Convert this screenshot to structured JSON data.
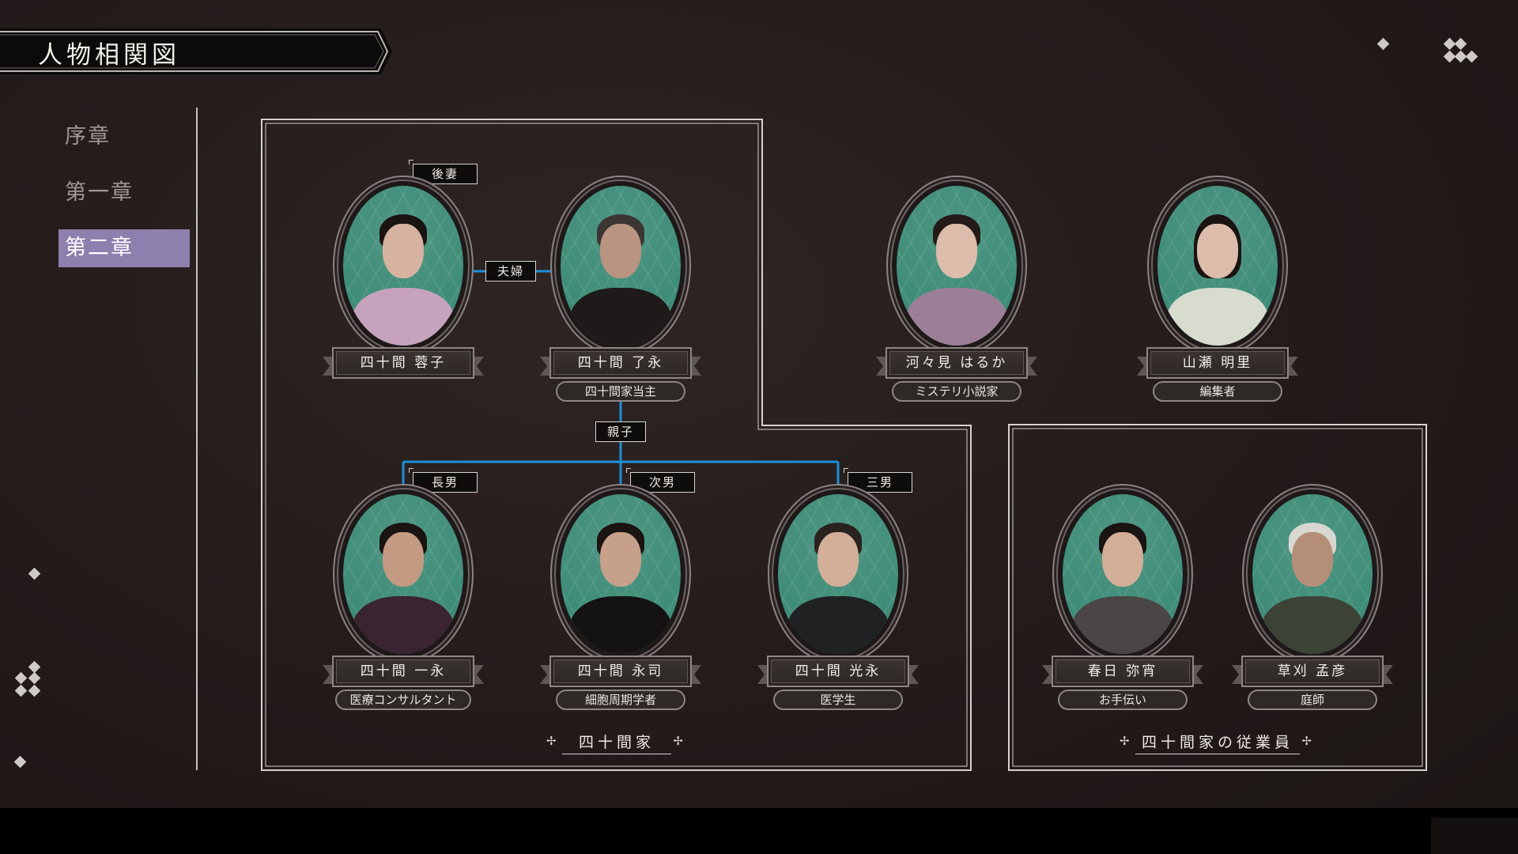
{
  "header": {
    "title": "人物相関図"
  },
  "sidebar": {
    "chapters": [
      {
        "label": "序章",
        "active": false
      },
      {
        "label": "第一章",
        "active": false
      },
      {
        "label": "第二章",
        "active": true
      }
    ],
    "active_color": "#8d7fae"
  },
  "relations": {
    "second_wife": "後妻",
    "couple": "夫婦",
    "parent_child": "親子",
    "eldest_son": "長男",
    "second_son": "次男",
    "third_son": "三男"
  },
  "characters": {
    "yoko": {
      "name": "四十間 蓉子"
    },
    "ryoei": {
      "name": "四十間 了永",
      "role": "四十間家当主"
    },
    "haruka": {
      "name": "河々見 はるか",
      "role": "ミステリ小説家"
    },
    "akari": {
      "name": "山瀬 明里",
      "role": "編集者"
    },
    "kazue": {
      "name": "四十間 一永",
      "role": "医療コンサルタント"
    },
    "eiji": {
      "name": "四十間 永司",
      "role": "細胞周期学者"
    },
    "mitsue": {
      "name": "四十間 光永",
      "role": "医学生"
    },
    "yayoi": {
      "name": "春日 弥宵",
      "role": "お手伝い"
    },
    "takehiko": {
      "name": "草刈 孟彦",
      "role": "庭師"
    }
  },
  "groups": {
    "family": "四十間家",
    "staff": "四十間家の従業員"
  },
  "colors": {
    "background": "#241c1b",
    "portrait_bg": "#3f8d78",
    "connector": "#1e8fd6",
    "frame": "#d7d2cd"
  }
}
